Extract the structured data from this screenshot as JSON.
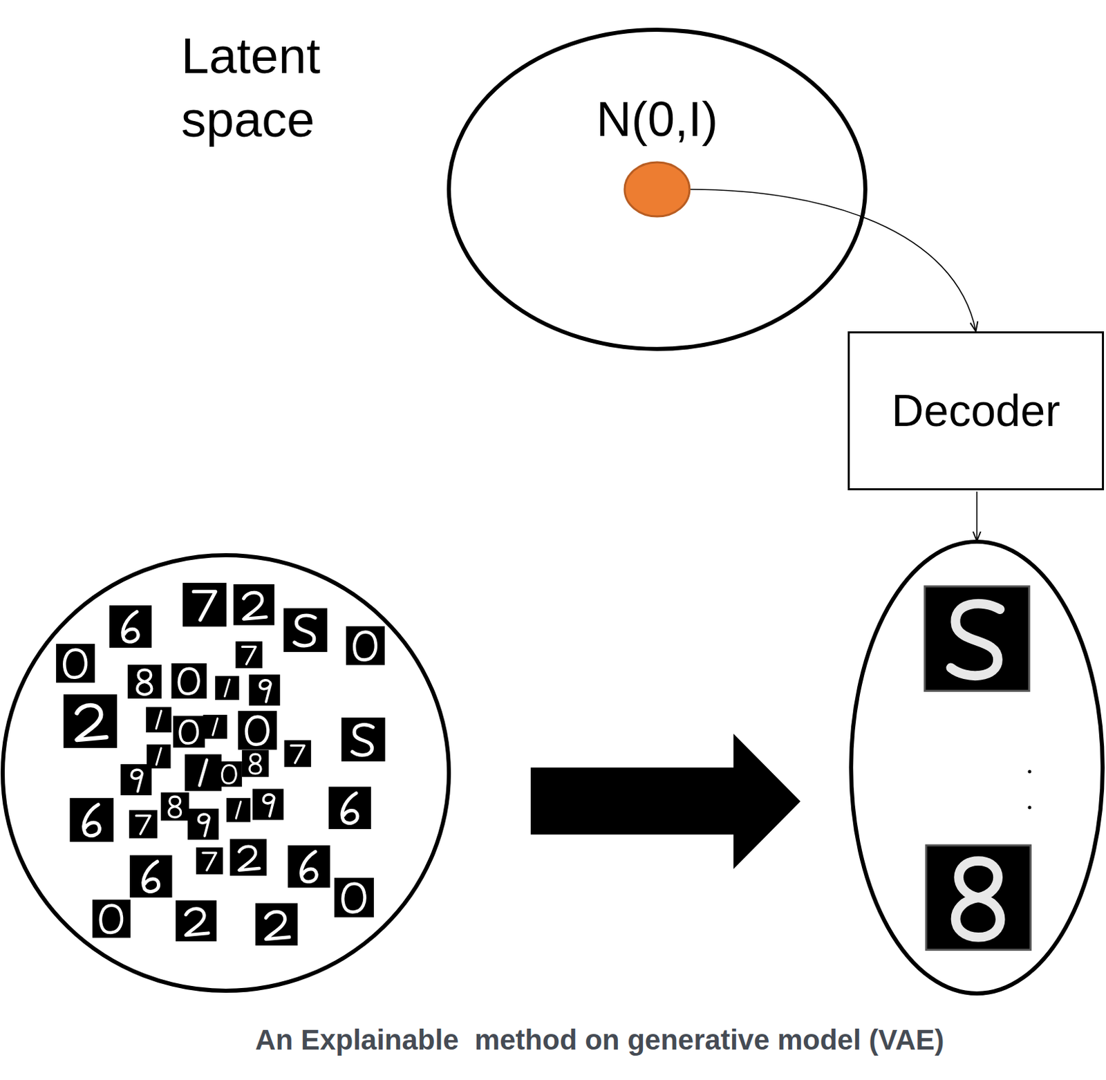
{
  "diagram": {
    "caption": "An Explainable  method on generative model (VAE)",
    "nodes": [
      {
        "text": [
          "N(0,I)"
        ]
      },
      {
        "text": [
          "Decoder"
        ]
      }
    ],
    "edges": [
      {
        "from": 0,
        "to": 1,
        "arrow": "to"
      }
    ],
    "labels": [
      "Latent space"
    ]
  }
}
